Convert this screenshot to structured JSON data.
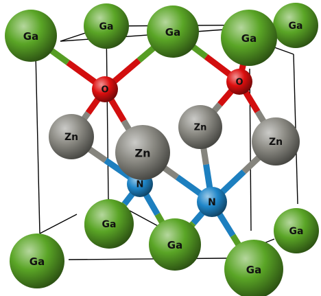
{
  "colors": {
    "ga": "#5aa526",
    "o": "#dd0f0f",
    "zn": "#8c8b84",
    "n": "#1f86c9",
    "cell_edge": "#000000"
  },
  "atoms": [
    {
      "id": "ga-back-top-left",
      "el": "ga",
      "label": "Ga"
    },
    {
      "id": "ga-back-top-right",
      "el": "ga",
      "label": "Ga"
    },
    {
      "id": "ga-back-bottom-left",
      "el": "ga",
      "label": "Ga"
    },
    {
      "id": "ga-back-bottom-right",
      "el": "ga",
      "label": "Ga"
    },
    {
      "id": "ga-top-center",
      "el": "ga",
      "label": "Ga"
    },
    {
      "id": "ga-front-top-left",
      "el": "ga",
      "label": "Ga"
    },
    {
      "id": "ga-front-top-right",
      "el": "ga",
      "label": "Ga"
    },
    {
      "id": "o-left",
      "el": "o",
      "label": "O"
    },
    {
      "id": "o-right",
      "el": "o",
      "label": "O"
    },
    {
      "id": "zn-left",
      "el": "zn",
      "label": "Zn"
    },
    {
      "id": "zn-back-center",
      "el": "zn",
      "label": "Zn"
    },
    {
      "id": "zn-right",
      "el": "zn",
      "label": "Zn"
    },
    {
      "id": "n-left",
      "el": "n",
      "label": "N"
    },
    {
      "id": "n-right",
      "el": "n",
      "label": "N"
    },
    {
      "id": "zn-center",
      "el": "zn",
      "label": "Zn"
    },
    {
      "id": "ga-lower-back",
      "el": "ga",
      "label": "Ga"
    },
    {
      "id": "ga-lower-center",
      "el": "ga",
      "label": "Ga"
    },
    {
      "id": "ga-front-bottom-left",
      "el": "ga",
      "label": "Ga"
    },
    {
      "id": "ga-front-bottom-right",
      "el": "ga",
      "label": "Ga"
    }
  ],
  "bonds": [
    [
      "o-left",
      "ga-front-top-left"
    ],
    [
      "o-left",
      "ga-top-center"
    ],
    [
      "o-left",
      "zn-left"
    ],
    [
      "o-left",
      "zn-center"
    ],
    [
      "o-right",
      "ga-top-center"
    ],
    [
      "o-right",
      "ga-front-top-right"
    ],
    [
      "o-right",
      "zn-back-center"
    ],
    [
      "o-right",
      "zn-right"
    ],
    [
      "n-left",
      "zn-left"
    ],
    [
      "n-left",
      "zn-center"
    ],
    [
      "n-left",
      "ga-lower-back"
    ],
    [
      "n-left",
      "ga-lower-center"
    ],
    [
      "n-right",
      "zn-center"
    ],
    [
      "n-right",
      "zn-back-center"
    ],
    [
      "n-right",
      "zn-right"
    ],
    [
      "n-right",
      "ga-lower-center"
    ],
    [
      "n-right",
      "ga-front-bottom-right"
    ]
  ]
}
